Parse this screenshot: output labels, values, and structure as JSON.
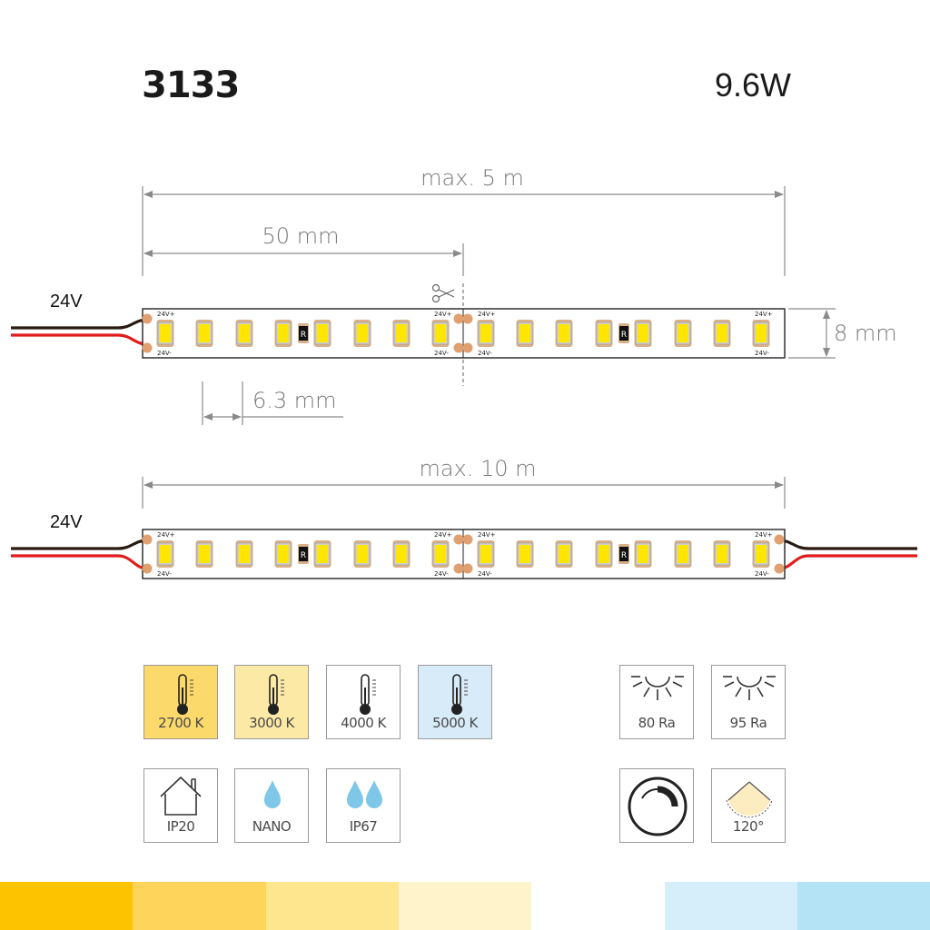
{
  "header": {
    "model": "3133",
    "power": "9.6W"
  },
  "strip_1": {
    "voltage": "24V",
    "max_length": "max. 5 m",
    "cut_segment": "50 mm",
    "led_pitch": "6.3 mm",
    "width": "8 mm",
    "pad_plus": "24V+",
    "pad_minus": "24V-",
    "resistor_mark": "R"
  },
  "strip_2": {
    "voltage": "24V",
    "max_length": "max. 10 m",
    "pad_plus": "24V+",
    "pad_minus": "24V-",
    "resistor_mark": "R"
  },
  "color_temperatures": [
    {
      "label": "2700 K",
      "bg": "#fbd96a",
      "icon": "thermometer-icon"
    },
    {
      "label": "3000 K",
      "bg": "#fde9a6",
      "icon": "thermometer-icon"
    },
    {
      "label": "4000 K",
      "bg": "#ffffff",
      "icon": "thermometer-icon"
    },
    {
      "label": "5000 K",
      "bg": "#d8ebf8",
      "icon": "thermometer-icon"
    }
  ],
  "cri": [
    {
      "label": "80 Ra",
      "icon": "sun-rays-icon"
    },
    {
      "label": "95 Ra",
      "icon": "sun-rays-icon"
    }
  ],
  "protection": [
    {
      "label": "IP20",
      "icon": "house-icon"
    },
    {
      "label": "NANO",
      "icon": "water-drop-icon"
    },
    {
      "label": "IP67",
      "icon": "double-drop-icon"
    }
  ],
  "features": [
    {
      "label": "",
      "icon": "dimmable-knob-icon"
    },
    {
      "label": "120°",
      "icon": "beam-angle-icon"
    }
  ],
  "footer_swatches": [
    "#fec300",
    "#fed45a",
    "#fee68f",
    "#fff3cc",
    "#ffffff",
    "#d6eef9",
    "#b4e3f6"
  ],
  "colors": {
    "dimension_line": "#8a8a8a",
    "wire_red": "#e21c1c",
    "wire_black": "#2a1a12",
    "copper_pad": "#e0a070",
    "led_yellow": "#ffe600",
    "led_frame": "#c9c9c9"
  }
}
